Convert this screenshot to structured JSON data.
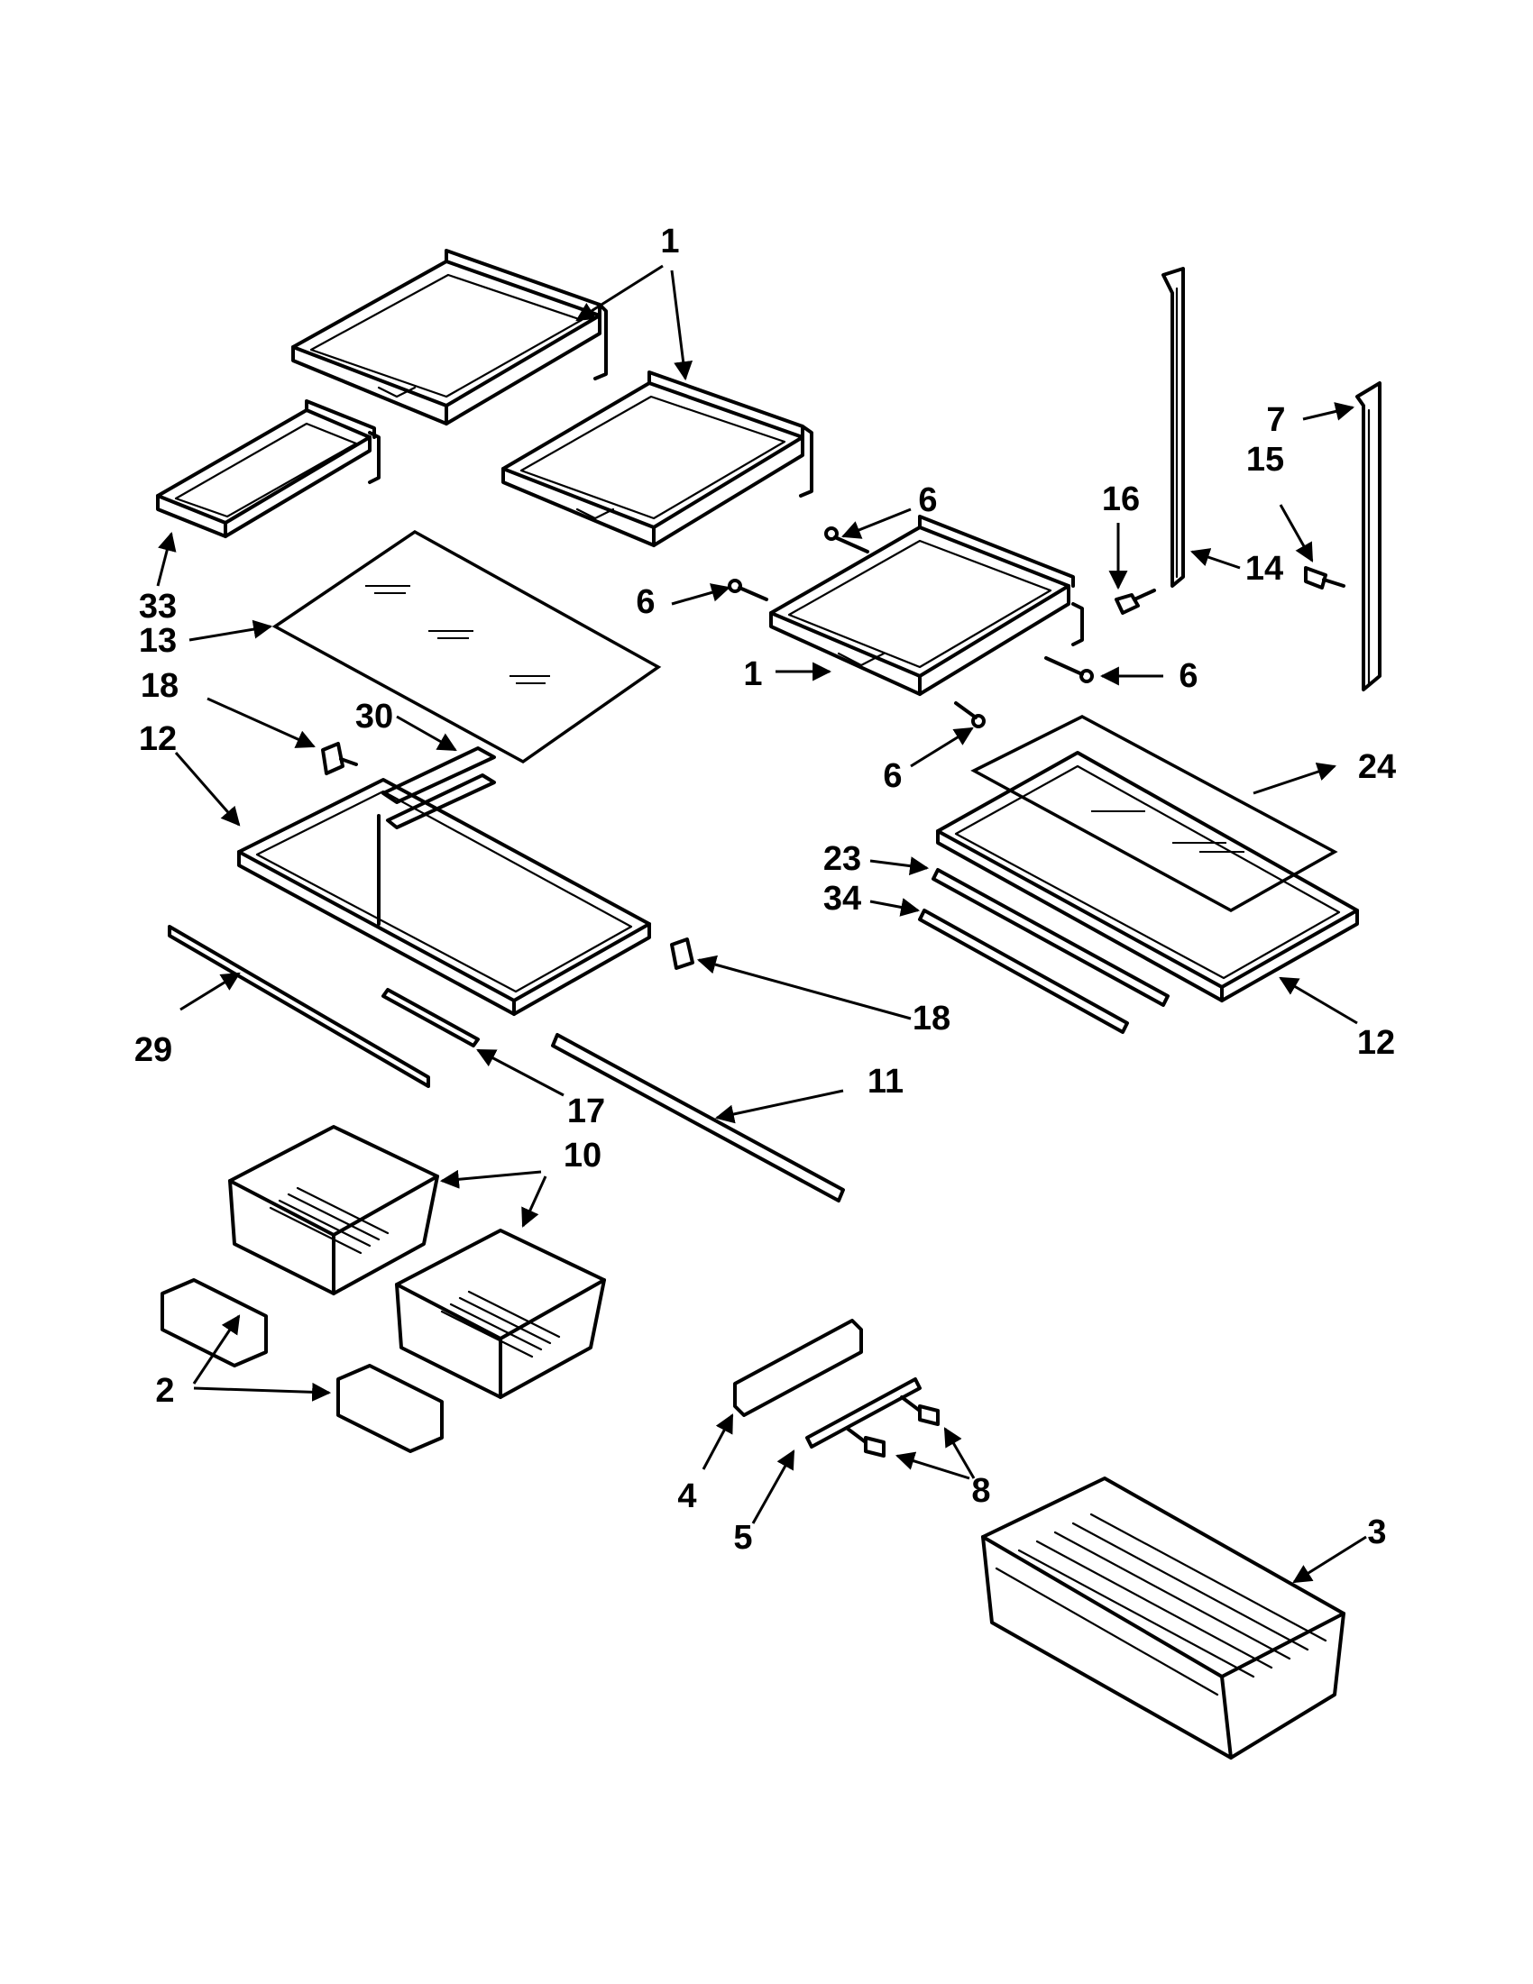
{
  "callouts": [
    {
      "id": "c1a",
      "label": "1"
    },
    {
      "id": "c1b",
      "label": "1"
    },
    {
      "id": "c2",
      "label": "2"
    },
    {
      "id": "c3",
      "label": "3"
    },
    {
      "id": "c4",
      "label": "4"
    },
    {
      "id": "c5",
      "label": "5"
    },
    {
      "id": "c6a",
      "label": "6"
    },
    {
      "id": "c6b",
      "label": "6"
    },
    {
      "id": "c6c",
      "label": "6"
    },
    {
      "id": "c6d",
      "label": "6"
    },
    {
      "id": "c7",
      "label": "7"
    },
    {
      "id": "c8",
      "label": "8"
    },
    {
      "id": "c10",
      "label": "10"
    },
    {
      "id": "c11",
      "label": "11"
    },
    {
      "id": "c12a",
      "label": "12"
    },
    {
      "id": "c12b",
      "label": "12"
    },
    {
      "id": "c13",
      "label": "13"
    },
    {
      "id": "c14",
      "label": "14"
    },
    {
      "id": "c15",
      "label": "15"
    },
    {
      "id": "c16",
      "label": "16"
    },
    {
      "id": "c17",
      "label": "17"
    },
    {
      "id": "c18a",
      "label": "18"
    },
    {
      "id": "c18b",
      "label": "18"
    },
    {
      "id": "c23",
      "label": "23"
    },
    {
      "id": "c24",
      "label": "24"
    },
    {
      "id": "c29",
      "label": "29"
    },
    {
      "id": "c30",
      "label": "30"
    },
    {
      "id": "c33",
      "label": "33"
    },
    {
      "id": "c34",
      "label": "34"
    }
  ]
}
